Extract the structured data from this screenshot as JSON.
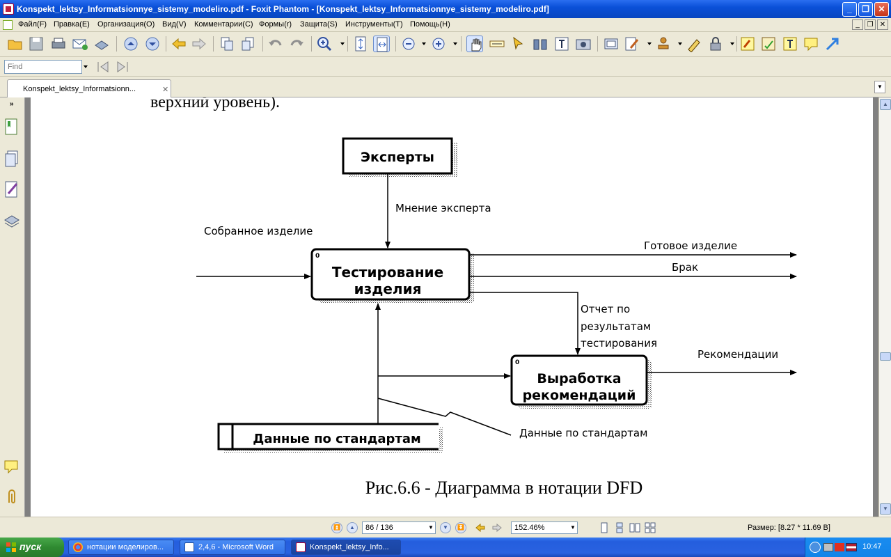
{
  "window": {
    "title": "Konspekt_lektsy_Informatsionnye_sistemy_modeliro.pdf - Foxit Phantom - [Konspekt_lektsy_Informatsionnye_sistemy_modeliro.pdf]",
    "minimize": "_",
    "maximize": "❐",
    "close": "✕"
  },
  "menu": {
    "items": [
      "Файл(F)",
      "Правка(E)",
      "Организация(O)",
      "Вид(V)",
      "Комментарии(C)",
      "Формы(r)",
      "Защита(S)",
      "Инструменты(T)",
      "Помощь(H)"
    ],
    "mdi_min": "_",
    "mdi_restore": "❐",
    "mdi_close": "✕"
  },
  "find": {
    "placeholder": "Find"
  },
  "tabs": {
    "doc_label": "Konspekt_lektsy_Informatsionn...",
    "close": "✕",
    "menu": "▼"
  },
  "document": {
    "top_text": "верхний уровень).",
    "caption": "Рис.6.6 - Диаграмма в нотации DFD",
    "diagram": {
      "experts": "Эксперты",
      "testing_line1": "Тестирование",
      "testing_line2": "изделия",
      "reco_line1": "Выработка",
      "reco_line2": "рекомендаций",
      "standards_store": "Данные по стандартам",
      "label_expert_opinion": "Мнение эксперта",
      "label_assembled": "Собранное изделие",
      "label_finished": "Готовое изделие",
      "label_defect": "Брак",
      "label_report_1": "Отчет по",
      "label_report_2": "результатам",
      "label_report_3": "тестирования",
      "label_recommendations": "Рекомендации",
      "label_standards_data": "Данные по стандартам"
    }
  },
  "status": {
    "page": "86 / 136",
    "zoom": "152.46%",
    "size": "Размер: [8.27 * 11.69 В]"
  },
  "taskbar": {
    "start": "пуск",
    "tasks": [
      "нотации моделиров...",
      "2,4,6 - Microsoft Word",
      "Konspekt_lektsy_Info..."
    ],
    "clock": "10:47"
  },
  "colors": {
    "title_blue": "#0a50d8",
    "taskbar_blue": "#245ede",
    "start_green": "#2f8a31"
  }
}
